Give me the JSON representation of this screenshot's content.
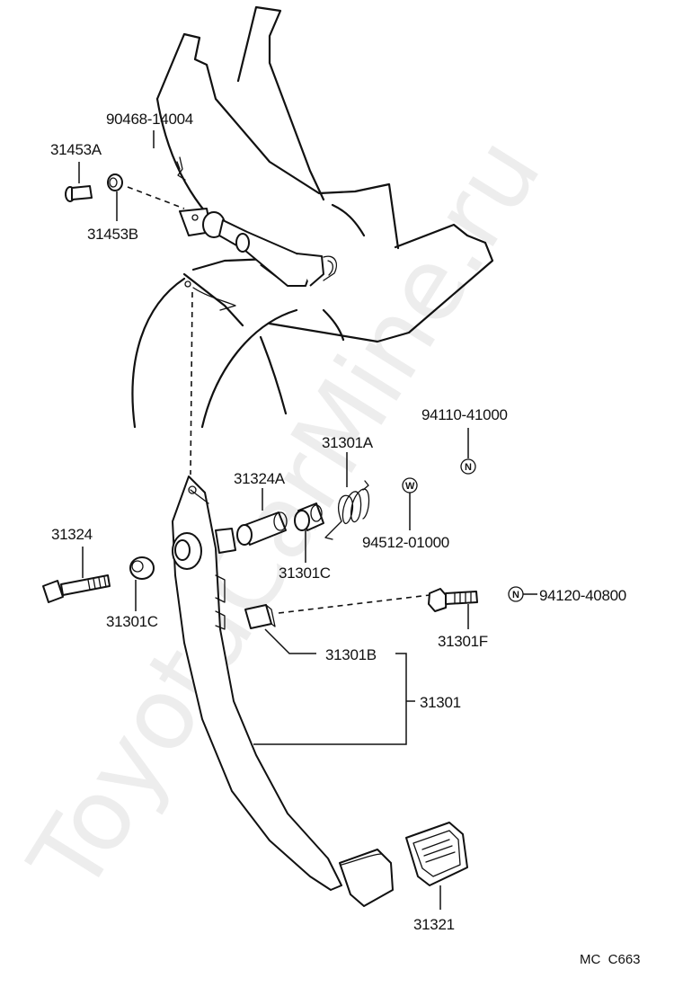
{
  "watermark": "ToyotaCarMine.ru",
  "diagram_code": "MC  C663",
  "parts": {
    "p90468": "90468-14004",
    "p31453A": "31453A",
    "p31453B": "31453B",
    "p94110": "94110-41000",
    "p31301A": "31301A",
    "p31324A": "31324A",
    "p94512": "94512-01000",
    "p31301C_top": "31301C",
    "p31324": "31324",
    "p31301C_left": "31301C",
    "p94120": "94120-40800",
    "p31301F": "31301F",
    "p31301B": "31301B",
    "p31301": "31301",
    "p31321": "31321"
  },
  "markers": {
    "nut_n": "N",
    "washer_w": "W"
  }
}
